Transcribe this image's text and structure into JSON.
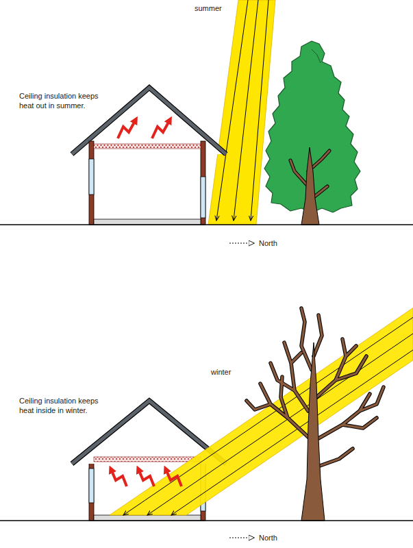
{
  "diagram": {
    "labels": [
      "summer",
      "Ceiling insulation keeps heat out in summer.",
      "North",
      "winter",
      "Ceiling insulation keeps heat inside in winter.",
      "North"
    ]
  }
}
